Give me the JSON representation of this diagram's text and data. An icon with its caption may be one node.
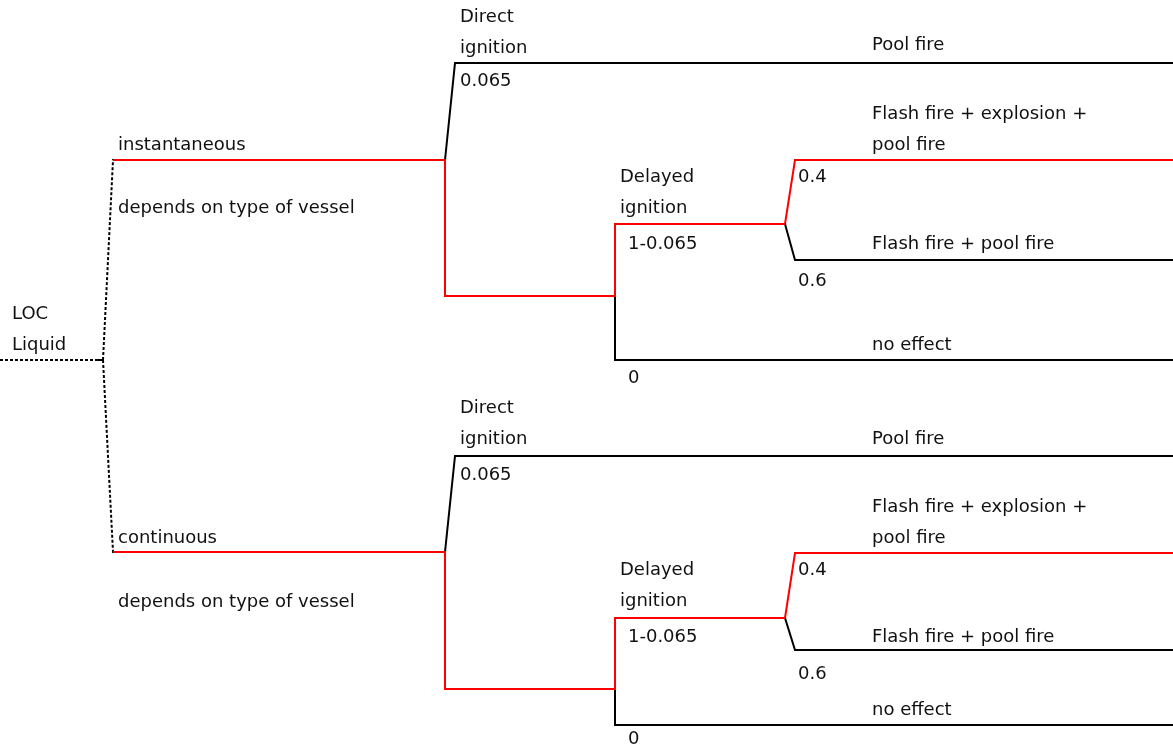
{
  "diagram": {
    "nodes": [
      {
        "text": [
          "LOC Liquid"
        ]
      },
      {
        "text": [
          "instantaneous",
          "depends on type of vessel"
        ]
      },
      {
        "text": [
          "Direct ignition",
          "Pool fire",
          "0.065"
        ]
      },
      {
        "text": [
          "Delayed ignition",
          "1-0.065"
        ]
      },
      {
        "text": [
          "Flash fire + explosion + pool fire",
          "0.4"
        ]
      },
      {
        "text": [
          "Flash fire + pool fire",
          "0.6"
        ]
      },
      {
        "text": [
          "no effect",
          "0"
        ]
      },
      {
        "text": [
          "continuous",
          "depends on type of vessel"
        ]
      },
      {
        "text": [
          "Direct ignition",
          "Pool fire",
          "0.065"
        ]
      },
      {
        "text": [
          "Delayed ignition",
          "1-0.065"
        ]
      },
      {
        "text": [
          "Flash fire + explosion + pool fire",
          "0.4"
        ]
      },
      {
        "text": [
          "Flash fire + pool fire",
          "0.6"
        ]
      },
      {
        "text": [
          "no effect",
          "0"
        ]
      }
    ],
    "edges": [
      {
        "from": 0,
        "to": 1,
        "arrow": "none",
        "style": "dashed"
      },
      {
        "from": 0,
        "to": 7,
        "arrow": "none",
        "style": "dashed"
      },
      {
        "from": 1,
        "to": 2,
        "arrow": "none"
      },
      {
        "from": 1,
        "to": 6,
        "arrow": "none"
      },
      {
        "from": 1,
        "to": 3,
        "arrow": "none",
        "color": "#ff0000"
      },
      {
        "from": 3,
        "to": 4,
        "arrow": "none",
        "color": "#ff0000"
      },
      {
        "from": 3,
        "to": 5,
        "arrow": "none"
      },
      {
        "from": 7,
        "to": 8,
        "arrow": "none"
      },
      {
        "from": 7,
        "to": 12,
        "arrow": "none"
      },
      {
        "from": 7,
        "to": 9,
        "arrow": "none",
        "color": "#ff0000"
      },
      {
        "from": 9,
        "to": 10,
        "arrow": "none",
        "color": "#ff0000"
      },
      {
        "from": 9,
        "to": 11,
        "arrow": "none"
      }
    ]
  }
}
